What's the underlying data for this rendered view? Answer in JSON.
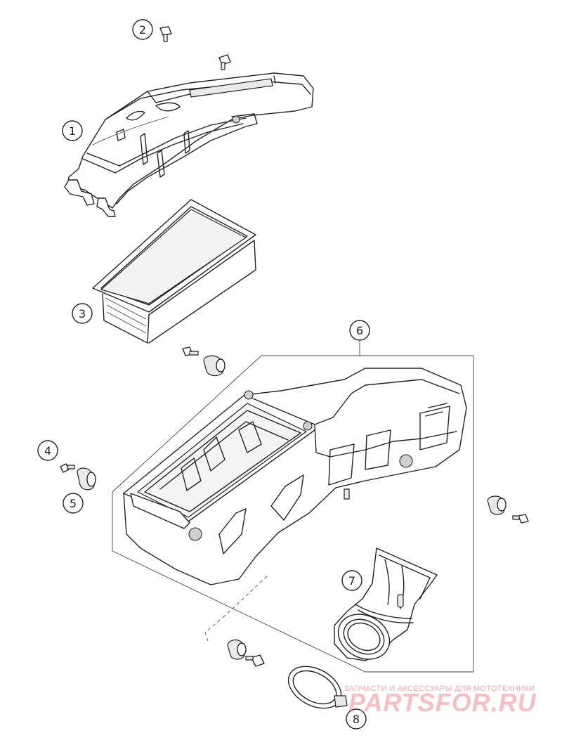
{
  "callouts": [
    {
      "id": "c1",
      "label": "1"
    },
    {
      "id": "c2",
      "label": "2"
    },
    {
      "id": "c3",
      "label": "3"
    },
    {
      "id": "c4",
      "label": "4"
    },
    {
      "id": "c5",
      "label": "5"
    },
    {
      "id": "c6",
      "label": "6"
    },
    {
      "id": "c7",
      "label": "7"
    },
    {
      "id": "c8",
      "label": "8"
    }
  ],
  "watermark": {
    "tagline": "ЗАПЧАСТИ И АКСЕССУАРЫ ДЛЯ МОТОТЕХНИКИ",
    "logo_text": "PARTSFOR.RU",
    "color": "#e8707f"
  },
  "colors": {
    "line": "#222222",
    "fill_light": "#e9e9e9",
    "background": "#ffffff"
  }
}
